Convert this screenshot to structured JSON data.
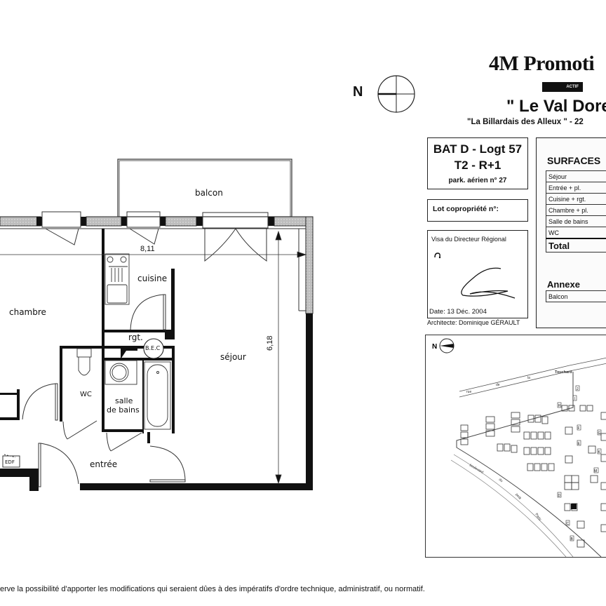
{
  "header": {
    "brand": "4M Promoti",
    "badge": "ACTIF",
    "project": "\" Le Val Dore",
    "location": "\"La Billardais des Alleux \" - 22"
  },
  "compass": {
    "north_label": "N",
    "icon": "north-arrow-compass"
  },
  "lot_info": {
    "building_unit": "BAT D - Logt 57",
    "type_floor": "T2 - R+1",
    "parking": "park. aérien n° 27",
    "copropriete_label": "Lot copropriété n°:"
  },
  "visa": {
    "label": "Visa du Directeur Régional",
    "date": "Date:  13 Déc. 2004",
    "architect": "Architecte: Dominique GÉRAULT"
  },
  "surfaces": {
    "title": "SURFACES",
    "rows": [
      {
        "label": "Séjour",
        "value": ""
      },
      {
        "label": "Entrée + pl.",
        "value": ""
      },
      {
        "label": "Cuisine + rgt.",
        "value": ""
      },
      {
        "label": "Chambre + pl.",
        "value": ""
      },
      {
        "label": "Salle de bains",
        "value": ""
      },
      {
        "label": "WC",
        "value": ""
      }
    ],
    "total_label": "Total"
  },
  "annexe": {
    "title": "Annexe",
    "rows": [
      {
        "label": "Balcon",
        "value": ""
      }
    ]
  },
  "floor_plan": {
    "rooms": {
      "balcon": "balcon",
      "chambre": "chambre",
      "cuisine": "cuisine",
      "rgt": "rgt.",
      "bec": "B.E.C",
      "sejour": "séjour",
      "wc": "WC",
      "salle_de_bains": "salle\nde bains",
      "salle_line1": "salle",
      "salle_line2": "de bains",
      "entree": "entrée",
      "edf": "EDF"
    },
    "dimensions": {
      "width": "8,11",
      "depth": "6,18"
    }
  },
  "site_map": {
    "north_label": "N",
    "streets": [
      "rue",
      "de",
      "la",
      "Touchard",
      "boulevard",
      "du",
      "petit",
      "Paris"
    ],
    "building_letters": [
      "J",
      "I",
      "H",
      "G",
      "F",
      "E",
      "K",
      "L",
      "M",
      "D",
      "C",
      "B"
    ]
  },
  "footer": {
    "disclaimer": "erve la possibilité d'apporter les modifications qui  seraient dûes à des impératifs d'ordre technique, administratif, ou normatif."
  }
}
